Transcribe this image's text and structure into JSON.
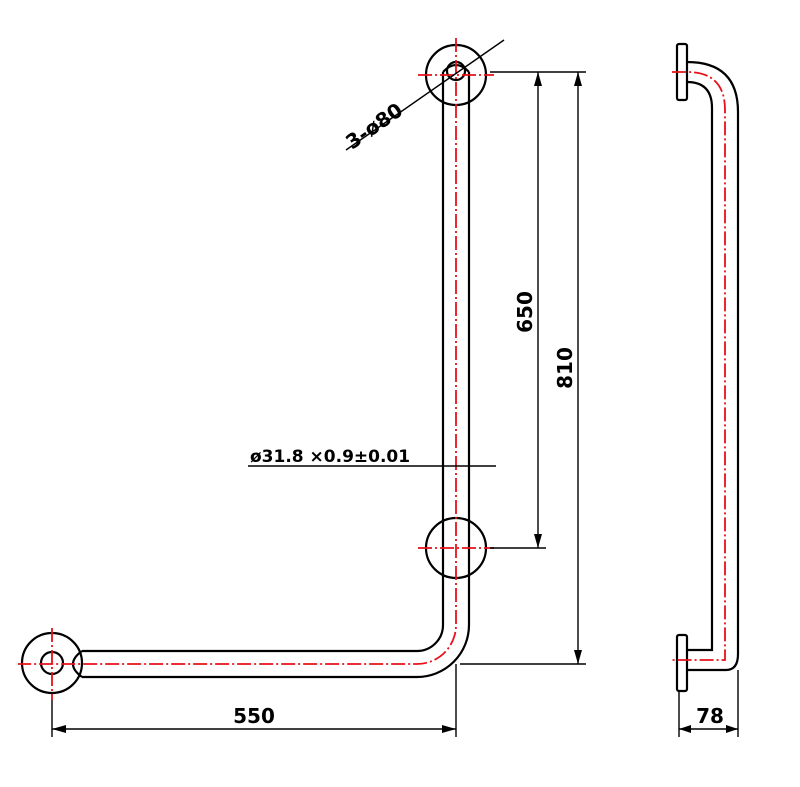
{
  "dimensions": {
    "mounts": "3-ø80",
    "tube": "ø31.8 ×0.9±0.01",
    "horizontal_length": "550",
    "inner_height": "650",
    "total_height": "810",
    "depth": "78"
  },
  "colors": {
    "line": "#000000",
    "centerline": "#e8101a",
    "background": "#ffffff"
  }
}
